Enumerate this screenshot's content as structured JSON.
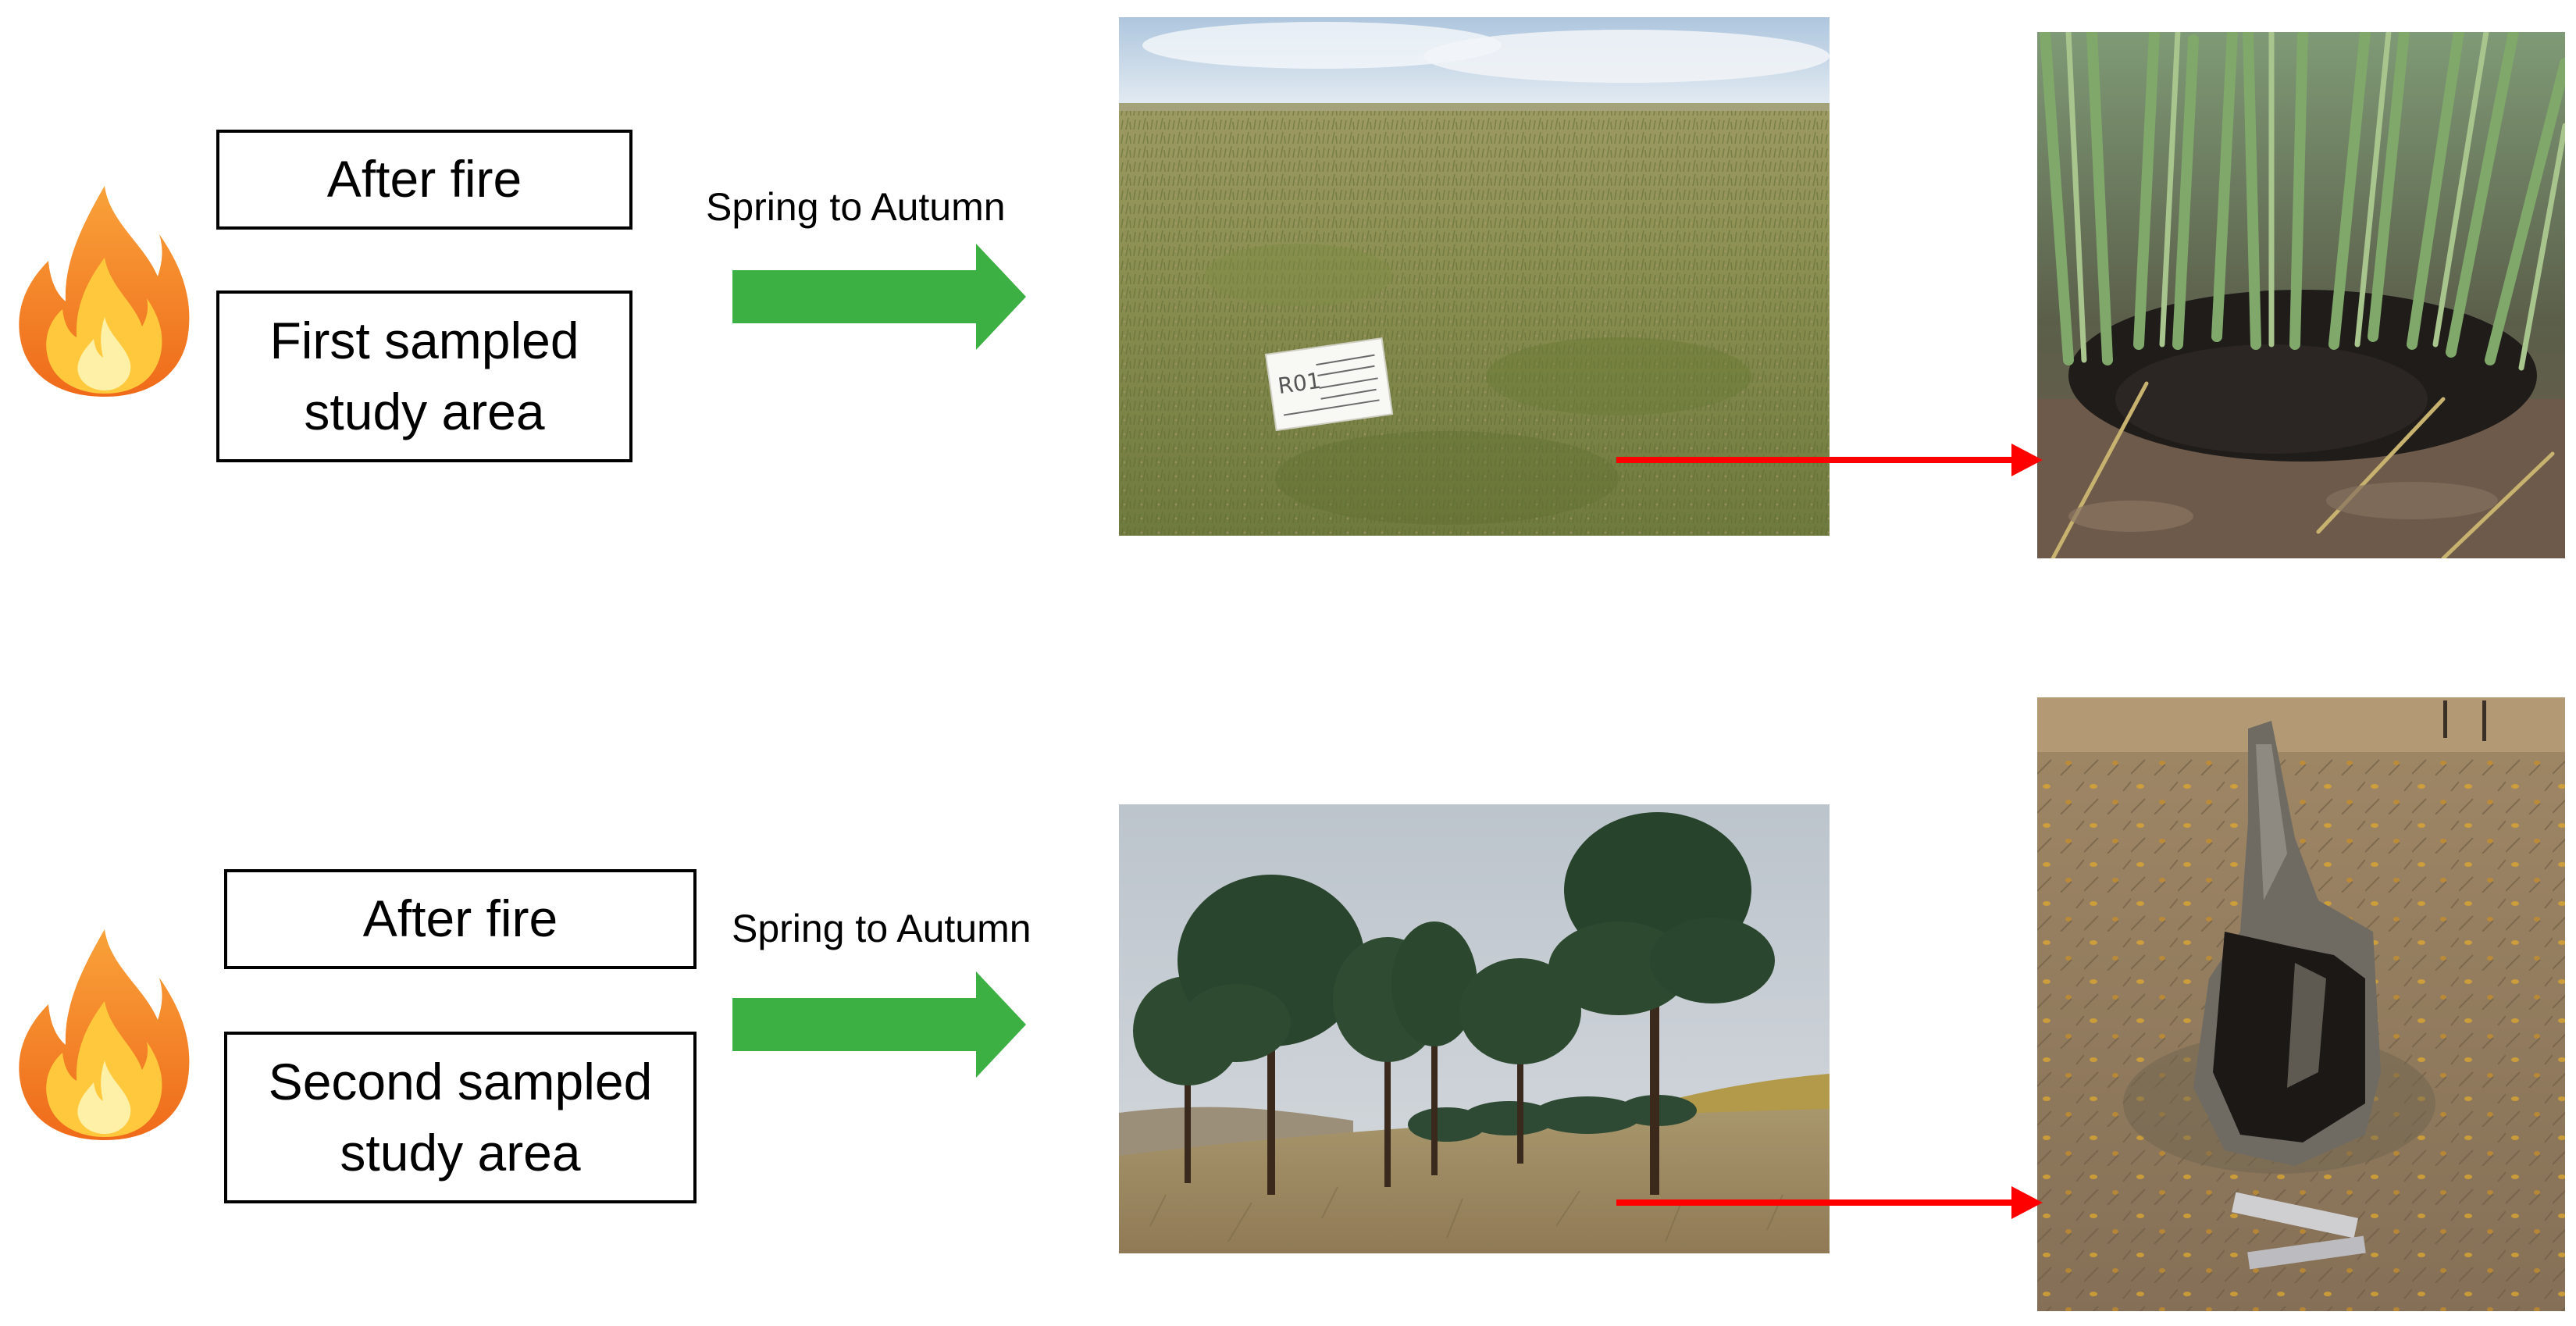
{
  "rows": [
    {
      "after_fire_label": "After fire",
      "area_label_line1": "First sampled",
      "area_label_line2": "study area",
      "arrow_caption": "Spring to Autumn",
      "icons": [
        "fire-icon",
        "green-right-arrow-icon",
        "red-arrow-icon"
      ],
      "photos": [
        "grassland-steppe-photo",
        "burnt-grass-tussock-photo"
      ],
      "photo_sign_text": "R01"
    },
    {
      "after_fire_label": "After fire",
      "area_label_line1": "Second sampled",
      "area_label_line2": "study area",
      "arrow_caption": "Spring to Autumn",
      "icons": [
        "fire-icon",
        "green-right-arrow-icon",
        "red-arrow-icon"
      ],
      "photos": [
        "pine-forest-steppe-photo",
        "charred-tree-stump-photo"
      ]
    }
  ],
  "colors": {
    "green_arrow": "#3cb043",
    "red_arrow": "#ff0000",
    "fire_outer": "#f4811f",
    "fire_inner": "#ffc83d"
  }
}
